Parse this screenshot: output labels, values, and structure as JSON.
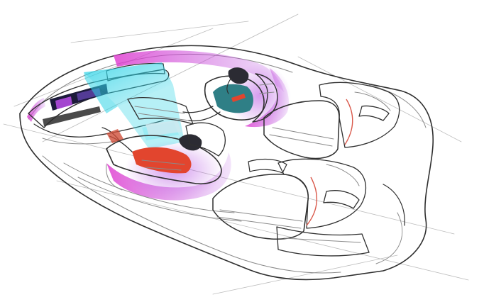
{
  "illustration": {
    "background": "#ffffff",
    "colors": {
      "ink": "#2f2f2f",
      "ink_light": "#8a8a8a",
      "ambient_purple": "#b24be0",
      "ambient_magenta": "#e040d0",
      "projection_cyan": "#2fd3e6",
      "screen_dark": "#1c1a3a",
      "jacket_red": "#e2452e",
      "jacket_teal": "#2f7f86",
      "hair_dark": "#2b2b33",
      "seat_stitch_red": "#d9584a"
    },
    "icons": [
      "car-interior-sketch",
      "dashboard-display",
      "projection-beam",
      "driver-figure",
      "passenger-figure",
      "rear-seats"
    ]
  }
}
